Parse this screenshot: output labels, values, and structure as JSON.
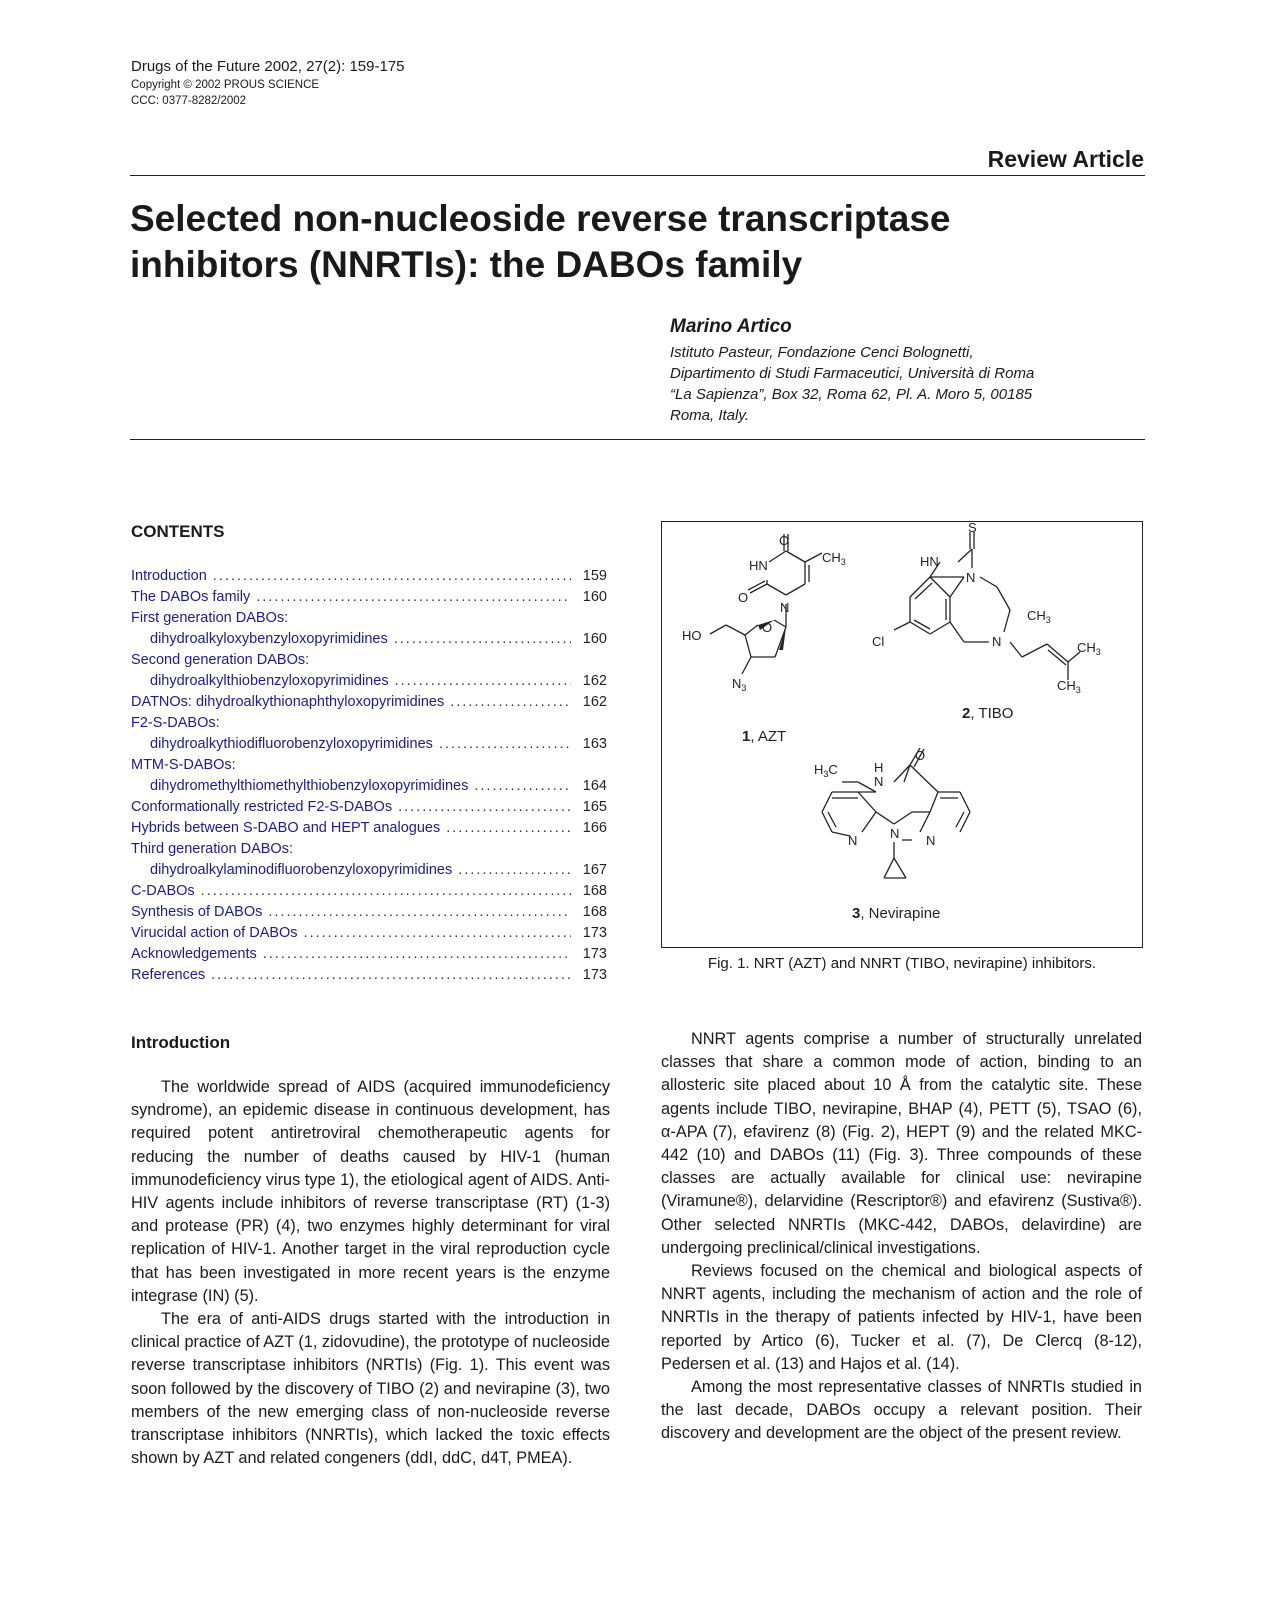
{
  "journal": {
    "citation": "Drugs of the Future 2002, 27(2): 159-175",
    "copyright": "Copyright © 2002 PROUS SCIENCE",
    "ccc": "CCC: 0377-8282/2002"
  },
  "article_type": "Review Article",
  "title_line1": "Selected non-nucleoside reverse transcriptase",
  "title_line2": "inhibitors (NNRTIs): the DABOs family",
  "author": "Marino Artico",
  "affiliation": [
    "Istituto Pasteur, Fondazione Cenci Bolognetti,",
    "Dipartimento di Studi Farmaceutici, Università di Roma",
    "“La Sapienza”, Box 32, Roma 62, Pl. A. Moro 5, 00185",
    "Roma, Italy."
  ],
  "contents_heading": "CONTENTS",
  "toc": [
    {
      "label": "Introduction",
      "page": "159",
      "indent": false
    },
    {
      "label": "The DABOs family",
      "page": "160",
      "indent": false
    },
    {
      "label": "First generation DABOs:",
      "page": "",
      "indent": false
    },
    {
      "label": "dihydroalkyloxybenzyloxopyrimidines",
      "page": "160",
      "indent": true
    },
    {
      "label": "Second generation DABOs:",
      "page": "",
      "indent": false
    },
    {
      "label": "dihydroalkylthiobenzyloxopyrimidines",
      "page": "162",
      "indent": true
    },
    {
      "label": "DATNOs: dihydroalkythionaphthyloxopyrimidines",
      "page": "162",
      "indent": false
    },
    {
      "label": "F2-S-DABOs:",
      "page": "",
      "indent": false
    },
    {
      "label": "dihydroalkythiodifluorobenzyloxopyrimidines",
      "page": "163",
      "indent": true
    },
    {
      "label": "MTM-S-DABOs:",
      "page": "",
      "indent": false
    },
    {
      "label": "dihydromethylthiomethylthiobenzyloxopyrimidines",
      "page": "164",
      "indent": true
    },
    {
      "label": "Conformationally restricted F2-S-DABOs",
      "page": "165",
      "indent": false
    },
    {
      "label": "Hybrids between S-DABO and HEPT analogues",
      "page": "166",
      "indent": false
    },
    {
      "label": "Third generation DABOs:",
      "page": "",
      "indent": false
    },
    {
      "label": "dihydroalkylaminodifluorobenzyloxopyrimidines",
      "page": "167",
      "indent": true
    },
    {
      "label": "C-DABOs",
      "page": "168",
      "indent": false
    },
    {
      "label": "Synthesis of DABOs",
      "page": "168",
      "indent": false
    },
    {
      "label": "Virucidal action of DABOs",
      "page": "173",
      "indent": false
    },
    {
      "label": "Acknowledgements",
      "page": "173",
      "indent": false
    },
    {
      "label": "References",
      "page": "173",
      "indent": false
    }
  ],
  "figure": {
    "caption": "Fig. 1. NRT (AZT) and NNRT (TIBO, nevirapine) inhibitors.",
    "compounds": [
      {
        "number": "1",
        "name": ", AZT"
      },
      {
        "number": "2",
        "name": ", TIBO"
      },
      {
        "number": "3",
        "name": ", Nevirapine"
      }
    ],
    "atoms": {
      "O": "O",
      "HN": "HN",
      "N": "N",
      "HO": "HO",
      "N3": "N",
      "N3_sub": "3",
      "CH3": "CH",
      "sub3": "3",
      "S": "S",
      "Cl": "Cl",
      "H3C": "H",
      "H": "H"
    }
  },
  "intro_heading": "Introduction",
  "left_paragraphs": [
    "The worldwide spread of AIDS (acquired immunodeficiency syndrome), an epidemic disease in continuous development, has required potent antiretroviral chemotherapeutic agents for reducing the number of deaths caused by HIV-1 (human immunodeficiency virus type 1), the etiological agent of AIDS. Anti-HIV agents include inhibitors of reverse transcriptase (RT) (1-3) and protease (PR) (4), two enzymes highly determinant for viral replication of HIV-1. Another target in the viral reproduction cycle that has been investigated in more recent years is the enzyme integrase (IN) (5).",
    "The era of anti-AIDS drugs started with the introduction in clinical practice of AZT (1, zidovudine), the prototype of nucleoside reverse transcriptase inhibitors (NRTIs) (Fig. 1). This event was soon followed by the discovery of TIBO (2) and nevirapine (3), two members of the new emerging class of non-nucleoside reverse transcriptase inhibitors (NNRTIs), which lacked the toxic effects shown by AZT and related congeners (ddI, ddC, d4T, PMEA)."
  ],
  "right_paragraphs": [
    "NNRT agents comprise a number of structurally unrelated classes that share a common mode of action, binding to an allosteric site placed about 10 Å from the catalytic site. These agents include TIBO, nevirapine, BHAP (4), PETT (5), TSAO (6), α-APA (7), efavirenz (8) (Fig. 2), HEPT (9) and the related MKC-442 (10) and DABOs (11) (Fig. 3). Three compounds of these classes are actually available for clinical use: nevirapine (Viramune®), delarvidine (Rescriptor®) and efavirenz (Sustiva®). Other selected NNRTIs (MKC-442, DABOs, delavirdine) are undergoing preclinical/clinical investigations.",
    "Reviews focused on the chemical and biological aspects of NNRT agents, including the mechanism of action and the role of NNRTIs in the therapy of patients infected by HIV-1, have been reported by Artico (6), Tucker et al. (7), De Clercq (8-12), Pedersen et al. (13) and Hajos et al. (14).",
    "Among the most representative classes of NNRTIs studied in the last decade, DABOs occupy a relevant position. Their discovery and development are the object of the present review."
  ]
}
